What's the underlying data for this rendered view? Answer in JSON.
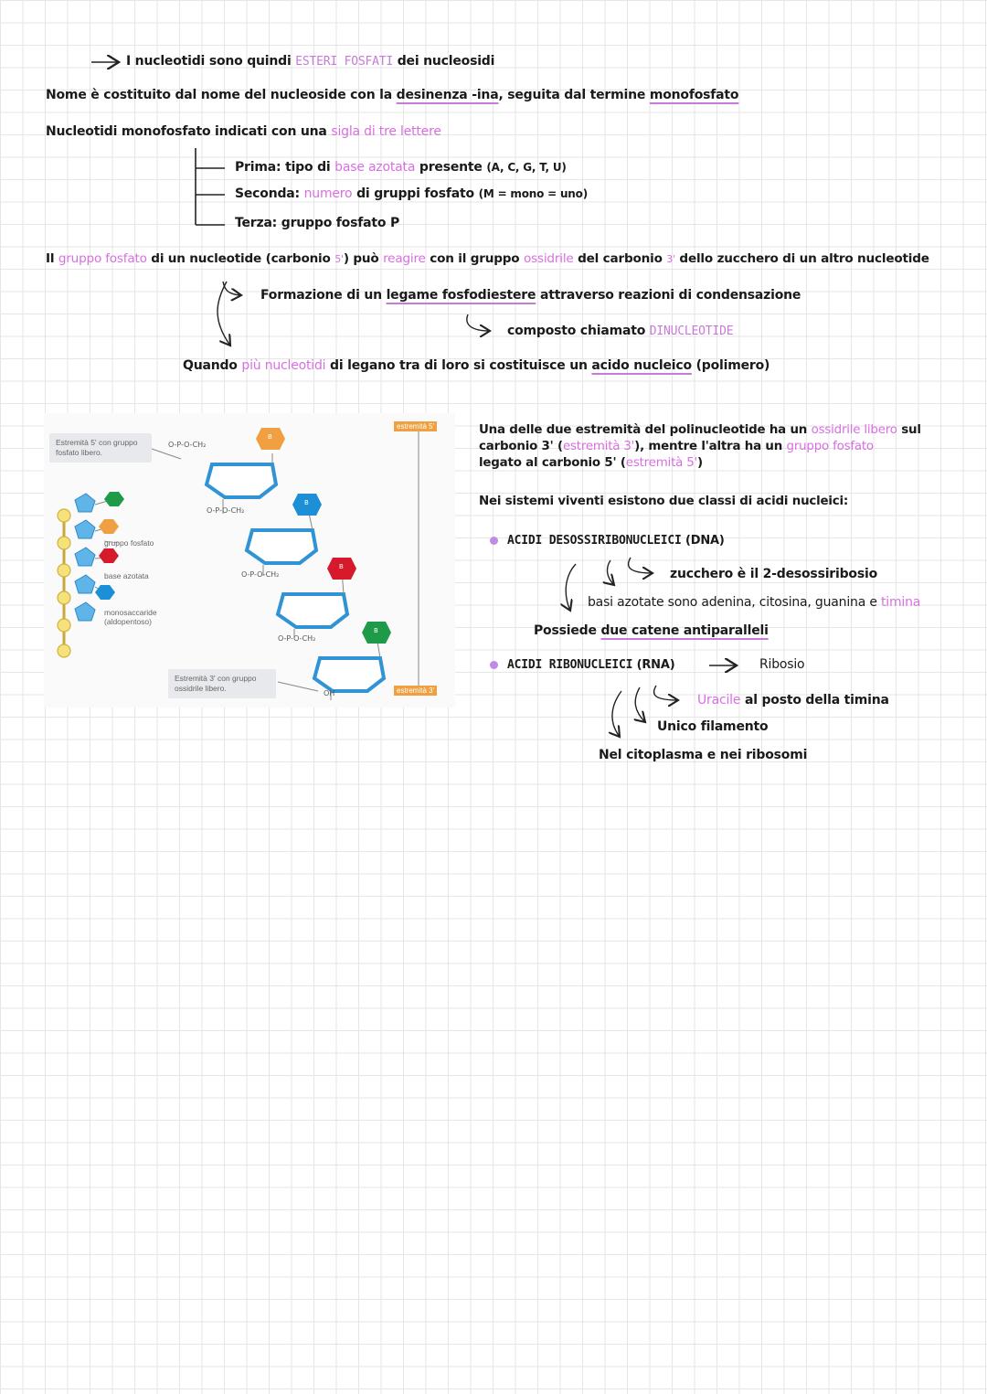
{
  "line1": {
    "prefix": "I nucleotidi sono quindi ",
    "hl": "ESTERI FOSFATI",
    "suffix": " dei nucleosidi"
  },
  "line2": {
    "a": "Nome è costituito dal nome del nucleoside con la ",
    "u1": "desinenza -ina",
    "b": ", seguita dal termine ",
    "u2": "monofosfato"
  },
  "line3": {
    "a": "Nucleotidi monofosfato indicati con una ",
    "hl": "sigla di tre lettere"
  },
  "branch": {
    "b1": {
      "a": "Prima: tipo di ",
      "hl": "base azotata",
      "b": " presente ",
      "c": "(A, C, G, T, U)"
    },
    "b2": {
      "a": "Seconda: ",
      "hl": "numero",
      "b": " di gruppi fosfato ",
      "c": "(M = mono = uno)"
    },
    "b3": {
      "a": "Terza: gruppo fosfato P"
    }
  },
  "line4": {
    "a": "Il ",
    "h1": "gruppo fosfato",
    "b": " di un nucleotide (carbonio ",
    "h2": "5'",
    "c": ") può ",
    "h3": "reagire",
    "d": " con il gruppo ",
    "h4": "ossidrile",
    "e": " del carbonio ",
    "h5": "3'",
    "f": " dello zucchero di un altro nucleotide"
  },
  "line5": {
    "a": "Formazione di un ",
    "u": "legame fosfodiestere",
    "b": " attraverso reazioni di condensazione"
  },
  "line6": {
    "a": "composto chiamato ",
    "hl": "DINUCLEOTIDE"
  },
  "line7": {
    "a": "Quando ",
    "hl": "più nucleotidi",
    "b": " di legano tra di loro si costituisce un ",
    "u": "acido nucleico",
    "c": " (polimero)"
  },
  "figure": {
    "box5": "Estremità 5' con gruppo fosfato libero.",
    "box3": "Estremità 3' con gruppo ossidrile libero.",
    "lab_fosfato": "gruppo fosfato",
    "lab_base": "base azotata",
    "lab_mono": "monosaccaride (aldopentoso)",
    "tag5": "estremità 5'",
    "tag3": "estremità 3'",
    "base_letter": "B",
    "oh": "OH",
    "phos": "O-P-O-CH₂"
  },
  "right": {
    "p1": {
      "a": "Una delle due estremità del polinucleotide ha un ",
      "h1": "ossidrile libero",
      "b": " sul",
      "c": "carbonio 3' (",
      "h2": "estremità 3'",
      "d": "), mentre l'altra ha un ",
      "h3": "gruppo fosfato",
      "e": "legato al carbonio 5' (",
      "h4": "estremità 5'",
      "f": ")"
    },
    "p2": "Nei sistemi viventi esistono due classi di acidi nucleici:",
    "dna": {
      "t": "ACIDI DESOSSIRIBONUCLEICI",
      "s": " (DNA)"
    },
    "dna_sugar": "zucchero è il 2-desossiribosio",
    "dna_bases": {
      "a": "basi azotate sono adenina, citosina, guanina e ",
      "hl": "timina"
    },
    "dna_chains": {
      "a": "Possiede ",
      "u": "due catene antiparalleli"
    },
    "rna": {
      "t": "ACIDI RIBONUCLEICI",
      "s": " (RNA)",
      "arrow_to": "Ribosio"
    },
    "rna_uracil": {
      "hl": "Uracile",
      "a": " al posto della timina"
    },
    "rna_single": "Unico filamento",
    "rna_where": "Nel citoplasma e nei ribosomi"
  },
  "colors": {
    "accent": "#d86fe0",
    "dot": "#c28ae8",
    "base_orange": "#f0a040",
    "base_blue": "#1c8fd6",
    "base_red": "#d7192c",
    "base_green": "#1f9a48",
    "sugar": "#2f93d6"
  }
}
